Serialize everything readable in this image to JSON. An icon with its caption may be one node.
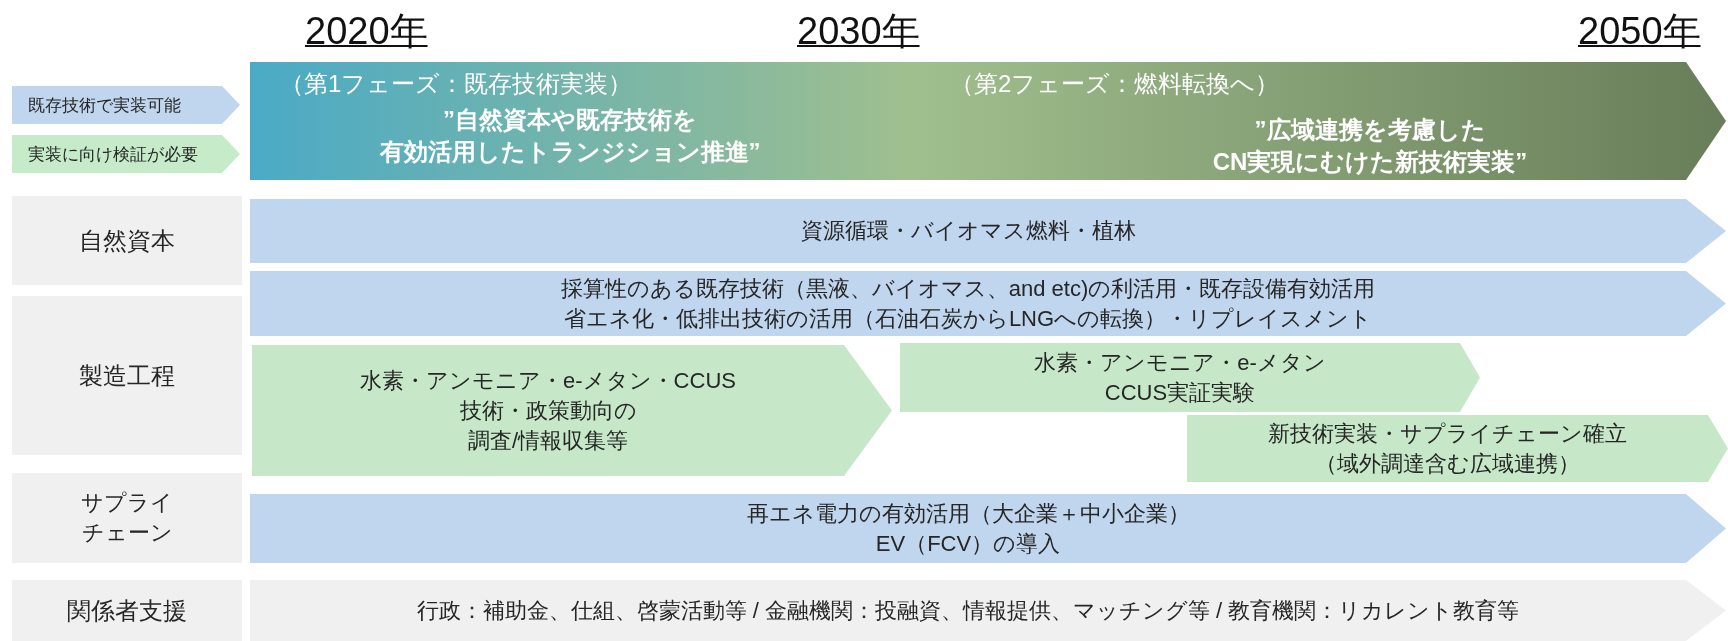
{
  "diagram": {
    "nodes": [
      {
        "text": [
          "（第1フェーズ：既存技術実装）",
          "”自然資本や既存技術を有効活用したトランジション推進”",
          "（第2フェーズ：燃料転換へ）",
          "”広域連携を考慮したCN実現にむけた新技術実装”"
        ]
      },
      {
        "text": [
          "自然資本"
        ]
      },
      {
        "text": [
          "資源循環・バイオマス燃料・植林"
        ]
      },
      {
        "text": [
          "製造工程"
        ]
      },
      {
        "text": [
          "採算性のある既存技術（黒液、バイオマス、and etc)の利活用・既存設備有効活用省エネ化・低排出技術の活用（石油石炭からLNGへの転換）・リプレイスメント"
        ]
      },
      {
        "text": [
          "水素・アンモニア・e-メタン・CCUS技術・政策動向の調査/情報収集等"
        ]
      },
      {
        "text": [
          "水素・アンモニア・e-メタンCCUS実証実験"
        ]
      },
      {
        "text": [
          "新技術実装・サプライチェーン確立（域外調達含む広域連携）"
        ]
      },
      {
        "text": [
          "サプライチェーン"
        ]
      },
      {
        "text": [
          "再エネ電力の有効活用（大企業＋中小企業）EV（FCV）の導入"
        ]
      },
      {
        "text": [
          "関係者支援"
        ]
      },
      {
        "text": [
          "行政：補助金、仕組、啓蒙活動等 / 金融機関：投融資、情報提供、マッチング等 / 教育機関：リカレント教育等"
        ]
      }
    ],
    "edges": [],
    "labels": [
      "2020年",
      "2030年",
      "2050年"
    ],
    "legend": [
      {
        "text": "既存技術で実装可能",
        "color": "#c0d5ee"
      },
      {
        "text": "実装に向け検証が必要",
        "color": "#c6ebc8"
      }
    ]
  }
}
